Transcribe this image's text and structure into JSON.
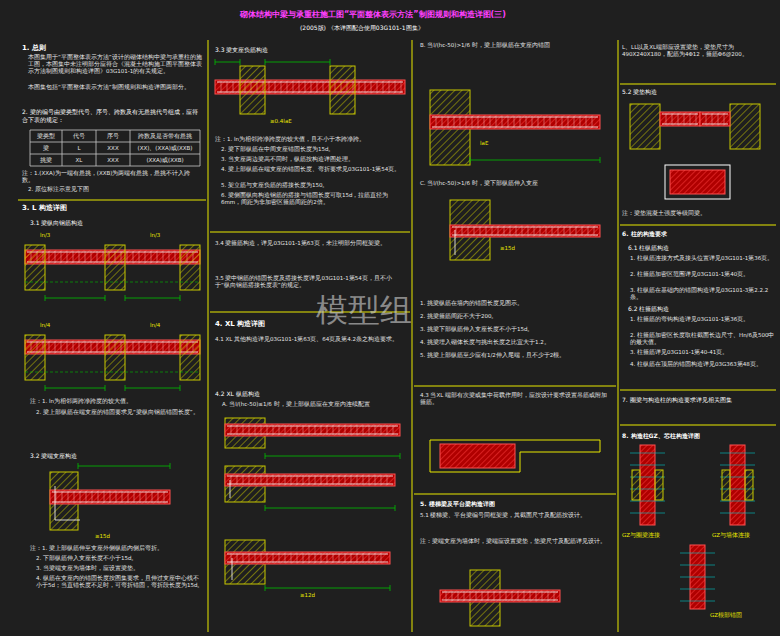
{
  "diagram": {
    "title": "砌体结构中梁与承重柱施工图“平面整体表示方法”制图规则和构造详图(三)",
    "labels": [
      "1. 总则",
      "本图集用于“平面整体表示方法”设计的砌体结构中梁与承重柱的施工图，本图集中未注明部分应符合《混凝土结构施工图平面整体表示方法制图规则和构造详图》03G101-1的有关规定。",
      "本图集包括“平面整体表示方法”制图规则和构造详图两部分。",
      "2. 梁的编号由梁类型代号、序号、跨数及有无悬挑代号组成，应符合下表的规定：",
      "梁类型",
      "代号",
      "序号",
      "跨数及是否带有悬挑",
      "梁",
      "L",
      "XXX",
      "(XX)、(XXA)或(XXB)",
      "挑梁",
      "XL",
      "XXX",
      "(XXA)或(XXB)",
      "注：1.(XXA)为一端有悬挑，(XXB)为两端有悬挑，悬挑不计入跨数。",
      "2. 原位标注示意见下图",
      "3. L 构造详图",
      "3.1 梁纵向钢筋构造",
      "注：1. ln为相邻两跨净跨度的较大值。",
      "2. 梁上部纵筋在端支座的锚固要求见“梁纵向钢筋锚固长度”。",
      "3.2 梁端支座构造",
      "注：1. 梁上部纵筋伸至支座外侧纵筋内侧后弯折。",
      "2. 下部纵筋伸入支座长度不小于15d。",
      "3. 当梁端支座为墙体时，应设置梁垫。",
      "4. 纵筋在支座内的锚固长度按图集要求，且伸过支座中心线不小于5d；当直锚长度不足时，可弯折锚固，弯折段长度为15d。",
      "3.3 梁支座负筋构造",
      "注：1. ln为相邻跨净跨度的较大值，且不小于本跨净跨。",
      "2. 梁下部纵筋在中间支座锚固长度为15d。",
      "3. 当支座两边梁高不同时，纵筋按构造详图处理。",
      "4. 梁上部纵筋在端支座的锚固长度、弯折要求见03G101-1第54页。",
      "5. 架立筋与支座负筋的搭接长度为150。",
      "6. 梁侧面纵向构造钢筋的搭接与锚固长度可取15d，拉筋直径为6mm，间距为非加密区箍筋间距的2倍。",
      "3.4 梁箍筋构造，详见03G101-1第63页，未注明部分同框架梁。",
      "3.5 梁中钢筋的锚固长度及搭接长度详见03G101-1第54页，且不小于“纵向钢筋搭接长度表”的规定。",
      "4. XL 构造详图",
      "4.1 XL 其他构造详见03G101-1第63页、64页及第4.2条之构造要求。",
      "4.2 XL 纵筋构造",
      "A. 当l/(hc-50)≤1/6 时，梁上部纵筋应在支座内连续配置",
      "B. 当l/(hc-50)>1/6 时，梁上部纵筋在支座内锚固",
      "C. 当l/(hc-50)>1/6 时，梁下部纵筋伸入支座",
      "1. 挑梁纵筋在墙内的锚固长度见图示。",
      "2. 挑梁箍筋间距不大于200。",
      "3. 挑梁下部纵筋伸入支座长度不小于15d。",
      "4. 挑梁埋入砌体长度与挑出长度之比宜大于1.2。",
      "5. 挑梁上部纵筋至少应有1/2伸入尾端，且不少于2根。",
      "4.3 当XL 端部有次梁或集中荷载作用时，应按设计要求设置吊筋或附加箍筋。",
      "5. 楼梯梁及平台梁构造详图",
      "5.1 楼梯梁、平台梁编号同框架梁，其截面尺寸及配筋按设计。",
      "注：梁端支座为墙体时，梁端应设置梁垫，垫梁尺寸及配筋详见设计。",
      "L、LL以及XL端部应设置梁垫，梁垫尺寸为490X240X180，配筋为4Φ12，箍筋Φ6@200。",
      "5.2 梁垫构造",
      "注：梁垫混凝土强度等级同梁。",
      "6. 柱的构造要求",
      "6.1 柱纵筋构造",
      "1. 柱纵筋连接方式及接头位置详见03G101-1第36页。",
      "2. 柱箍筋加密区范围详见03G101-1第40页。",
      "3. 柱纵筋在基础内的锚固构造详见03G101-3第2.2.2条。",
      "6.2 柱箍筋构造",
      "1. 柱箍筋的弯钩构造详见03G101-1第36页。",
      "2. 柱箍筋加密区长度取柱截面长边尺寸、Hn/6及500中的最大值。",
      "3. 柱箍筋详见03G101-1第40-41页。",
      "4. 柱纵筋在顶层的锚固构造详见03G363第48页。",
      "7. 圈梁与构造柱的构造要求详见相关图集",
      "8. 构造柱GZ、芯柱构造详图",
      "GZ与圈梁连接",
      "GZ与墙体连接",
      "GZ根部锚固",
      "模型组",
      "ln/3",
      "ln/3",
      "ln/4",
      "ln/4",
      "≥15d",
      "≥0.4laE",
      "laE",
      "≥15d",
      "≥12d",
      "(2005版) 《本详图配合使用03G101-1图集》"
    ]
  }
}
